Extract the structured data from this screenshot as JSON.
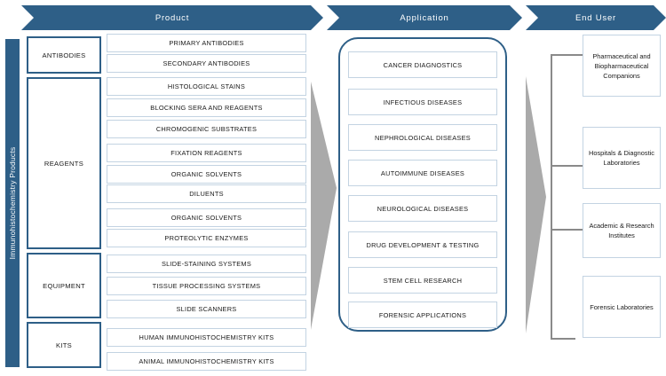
{
  "header": {
    "stages": [
      {
        "label": "Product"
      },
      {
        "label": "Application"
      },
      {
        "label": "End User"
      }
    ]
  },
  "spine": {
    "label": "Immunohistochemistry Products"
  },
  "product": {
    "categories": [
      {
        "label": "ANTIBODIES"
      },
      {
        "label": "REAGENTS"
      },
      {
        "label": "EQUIPMENT"
      },
      {
        "label": "KITS"
      }
    ],
    "items": [
      {
        "label": "PRIMARY ANTIBODIES"
      },
      {
        "label": "SECONDARY ANTIBODIES"
      },
      {
        "label": "HISTOLOGICAL STAINS"
      },
      {
        "label": "BLOCKING SERA AND REAGENTS"
      },
      {
        "label": "CHROMOGENIC SUBSTRATES"
      },
      {
        "label": "FIXATION REAGENTS"
      },
      {
        "label": "ORGANIC SOLVENTS"
      },
      {
        "label": "DILUENTS"
      },
      {
        "label": "ORGANIC SOLVENTS"
      },
      {
        "label": "PROTEOLYTIC ENZYMES"
      },
      {
        "label": "SLIDE-STAINING SYSTEMS"
      },
      {
        "label": "TISSUE PROCESSING SYSTEMS"
      },
      {
        "label": "SLIDE SCANNERS"
      },
      {
        "label": "HUMAN IMMUNOHISTOCHEMISTRY KITS"
      },
      {
        "label": "ANIMAL IMMUNOHISTOCHEMISTRY KITS"
      }
    ]
  },
  "application": {
    "items": [
      {
        "label": "CANCER DIAGNOSTICS"
      },
      {
        "label": "INFECTIOUS DISEASES"
      },
      {
        "label": "NEPHROLOGICAL DISEASES"
      },
      {
        "label": "AUTOIMMUNE DISEASES"
      },
      {
        "label": "NEUROLOGICAL DISEASES"
      },
      {
        "label": "DRUG DEVELOPMENT & TESTING"
      },
      {
        "label": "STEM CELL RESEARCH"
      },
      {
        "label": "FORENSIC APPLICATIONS"
      }
    ]
  },
  "end_user": {
    "items": [
      {
        "label": "Pharmaceutical and Biopharmaceutical Companions"
      },
      {
        "label": "Hospitals & Diagnostic Laboratories"
      },
      {
        "label": "Academic & Research Institutes"
      },
      {
        "label": "Forensic Laboratories"
      }
    ]
  },
  "colors": {
    "brand_blue": "#2e5f87",
    "pill_border": "#c3d3e2",
    "gray_arrow": "#aaaaaa",
    "bracket_line": "#8a8a8a"
  }
}
